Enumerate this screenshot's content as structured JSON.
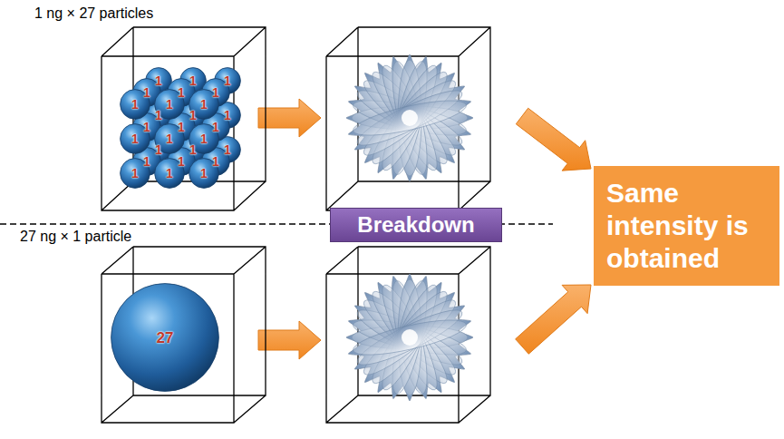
{
  "diagram": {
    "nodes": [
      {
        "text": [
          "1 ng × 27 particles"
        ]
      },
      {
        "text": [
          "1"
        ],
        "in": 0
      },
      {
        "text": [
          "1"
        ],
        "in": 0
      },
      {
        "text": [
          "1"
        ],
        "in": 0
      },
      {
        "text": [
          "1"
        ],
        "in": 0
      },
      {
        "text": [
          "1"
        ],
        "in": 0
      },
      {
        "text": [
          "1"
        ],
        "in": 0
      },
      {
        "text": [
          "1"
        ],
        "in": 0
      },
      {
        "text": [
          "1"
        ],
        "in": 0
      },
      {
        "text": [
          "1"
        ],
        "in": 0
      },
      {
        "text": [
          "1"
        ],
        "in": 0
      },
      {
        "text": [
          "1"
        ],
        "in": 0
      },
      {
        "text": [
          "1"
        ],
        "in": 0
      },
      {
        "text": [
          "1"
        ],
        "in": 0
      },
      {
        "text": [
          "1"
        ],
        "in": 0
      },
      {
        "text": [
          "1"
        ],
        "in": 0
      },
      {
        "text": [
          "1"
        ],
        "in": 0
      },
      {
        "text": [
          "1"
        ],
        "in": 0
      },
      {
        "text": [
          "1"
        ],
        "in": 0
      },
      {
        "text": [
          "1"
        ],
        "in": 0
      },
      {
        "text": [
          "1"
        ],
        "in": 0
      },
      {
        "text": [
          "1"
        ],
        "in": 0
      },
      {
        "text": [
          "1"
        ],
        "in": 0
      },
      {
        "text": [
          "1"
        ],
        "in": 0
      },
      {
        "text": [
          "1"
        ],
        "in": 0
      },
      {
        "text": [
          "1"
        ],
        "in": 0
      },
      {
        "text": [
          "1"
        ],
        "in": 0
      },
      {
        "text": [
          "1"
        ],
        "in": 0
      },
      {
        "text": [
          "Breakdown"
        ]
      },
      {
        "text": [
          "Same intensity is obtained"
        ]
      },
      {
        "text": [
          "27 ng × 1 particle"
        ]
      },
      {
        "text": [
          "27"
        ],
        "in": 30
      }
    ]
  }
}
